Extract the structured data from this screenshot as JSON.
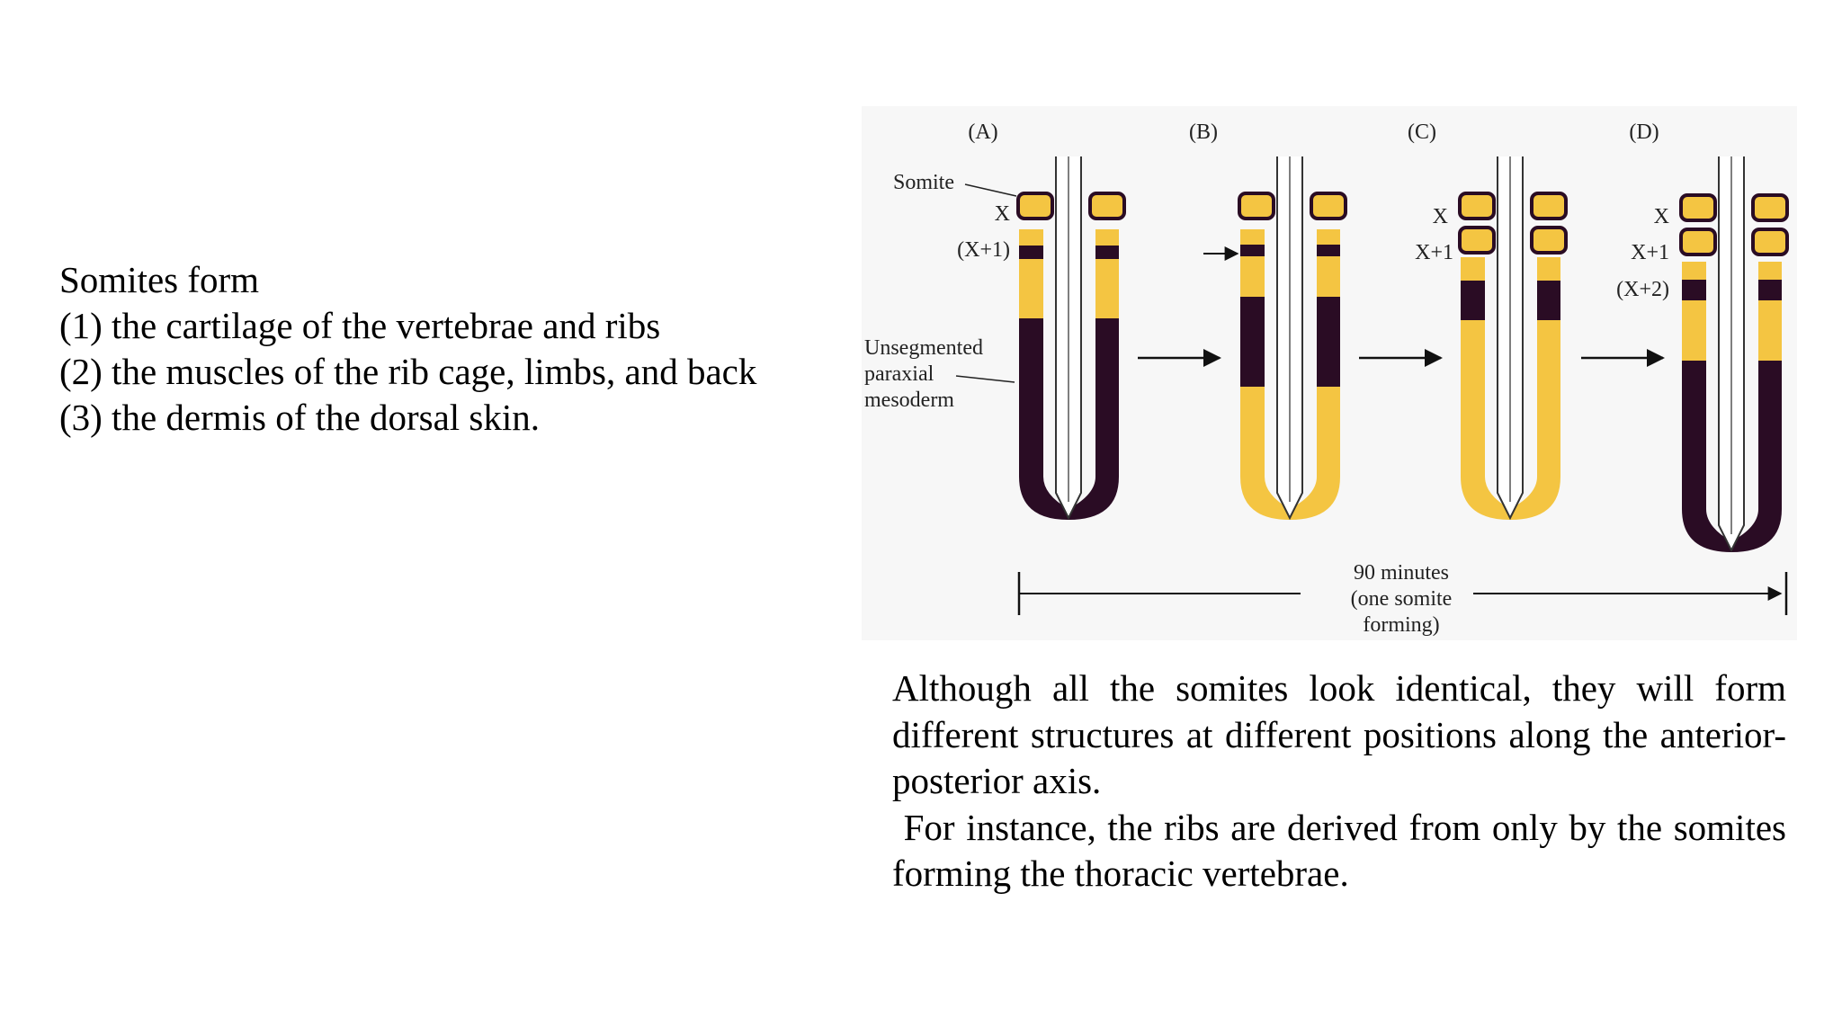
{
  "left": {
    "heading": "Somites form",
    "items": [
      "(1) the cartilage of the vertebrae and ribs",
      "(2) the muscles of the rib cage, limbs, and back",
      "(3) the dermis of the dorsal skin."
    ]
  },
  "figure": {
    "panels": [
      "(A)",
      "(B)",
      "(C)",
      "(D)"
    ],
    "labels": {
      "somite": "Somite",
      "a_x": "X",
      "a_x1": "(X+1)",
      "c_x": "X",
      "c_x1": "X+1",
      "d_x": "X",
      "d_x1": "X+1",
      "d_x2": "(X+2)",
      "unseg_1": "Unsegmented",
      "unseg_2": "paraxial",
      "unseg_3": "mesoderm",
      "time_1": "90 minutes",
      "time_2": "(one somite",
      "time_3": "forming)"
    },
    "colors": {
      "yellow": "#f4c542",
      "purple": "#2a0c24",
      "background": "#f7f7f7"
    }
  },
  "right": {
    "paragraph_1": "Although all the somites look identical, they will form different structures at different positions along the anterior-posterior axis.",
    "paragraph_2": " For instance, the ribs are derived from only by the somites forming the thoracic vertebrae."
  }
}
